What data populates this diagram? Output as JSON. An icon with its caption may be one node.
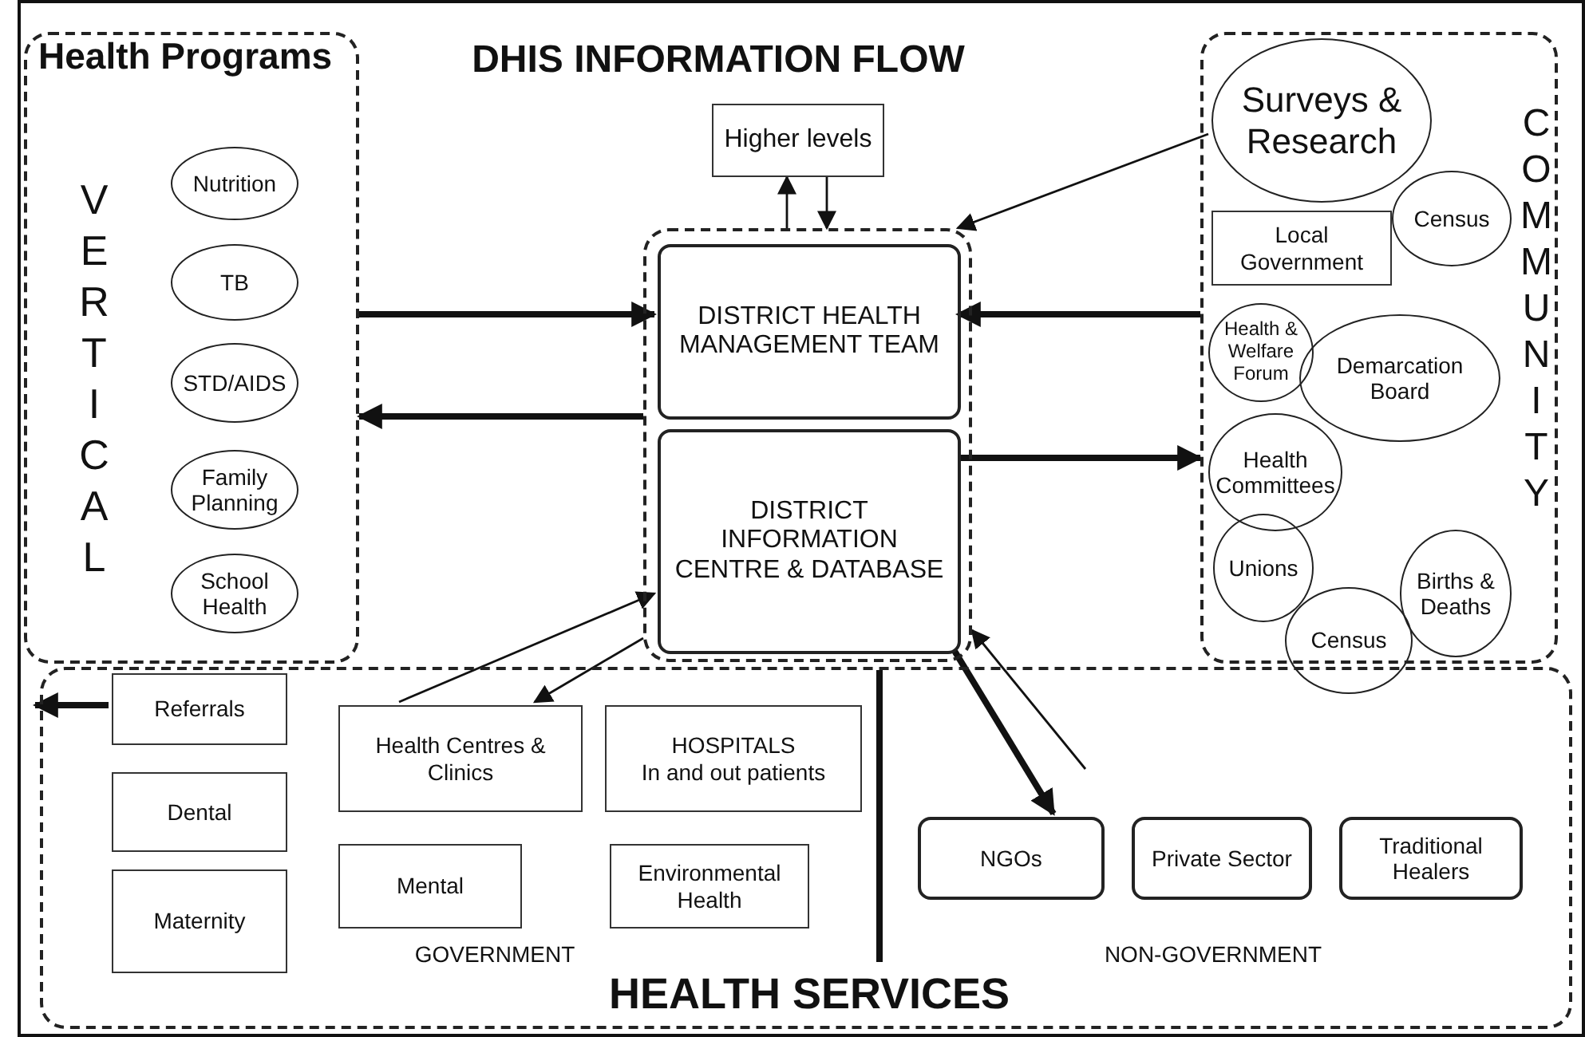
{
  "diagram": {
    "title": "DHIS INFORMATION FLOW",
    "nodes": [
      {
        "text": [
          "Health Programs",
          "VERTICAL"
        ]
      },
      {
        "text": [
          "Nutrition"
        ],
        "in": 0
      },
      {
        "text": [
          "TB"
        ],
        "in": 0
      },
      {
        "text": [
          "STD/AIDS"
        ],
        "in": 0
      },
      {
        "text": [
          "Family Planning"
        ],
        "in": 0
      },
      {
        "text": [
          "School Health"
        ],
        "in": 0
      },
      {
        "text": [
          "Higher levels"
        ]
      },
      {
        "text": [],
        "shape": "box"
      },
      {
        "text": [
          "DISTRICT HEALTH MANAGEMENT TEAM"
        ],
        "in": 7
      },
      {
        "text": [
          "DISTRICT INFORMATION CENTRE & DATABASE"
        ],
        "in": 7
      },
      {
        "text": [
          "COMMUNITY"
        ]
      },
      {
        "text": [
          "Surveys & Research"
        ],
        "in": 10
      },
      {
        "text": [
          "Local Government"
        ],
        "in": 10
      },
      {
        "text": [
          "Census"
        ],
        "in": 10
      },
      {
        "text": [
          "Health & Welfare Forum"
        ],
        "in": 10
      },
      {
        "text": [
          "Demarcation Board"
        ],
        "in": 10
      },
      {
        "text": [
          "Health Committees"
        ],
        "in": 10
      },
      {
        "text": [
          "Unions"
        ],
        "in": 10
      },
      {
        "text": [
          "Births & Deaths"
        ],
        "in": 10
      },
      {
        "text": [
          "Census"
        ]
      },
      {
        "text": [
          "HEALTH SERVICES"
        ]
      },
      {
        "text": [
          "Referrals"
        ],
        "in": 20
      },
      {
        "text": [
          "Dental"
        ],
        "in": 20
      },
      {
        "text": [
          "Maternity"
        ],
        "in": 20
      },
      {
        "text": [
          "Health Centres & Clinics"
        ],
        "in": 20
      },
      {
        "text": [
          "HOSPITALS",
          "In and out patients"
        ],
        "in": 20
      },
      {
        "text": [
          "Mental"
        ],
        "in": 20
      },
      {
        "text": [
          "Environmental Health"
        ],
        "in": 20
      },
      {
        "text": [
          "NGOs"
        ],
        "in": 20
      },
      {
        "text": [
          "Private Sector"
        ],
        "in": 20
      },
      {
        "text": [
          "Traditional Healers"
        ],
        "in": 20
      }
    ],
    "edges": [
      {
        "from": 7,
        "to": 6,
        "arrow": "to"
      },
      {
        "from": 6,
        "to": 7,
        "arrow": "to"
      },
      {
        "from": 11,
        "to": 7,
        "arrow": "to"
      },
      {
        "from": 0,
        "to": 8,
        "arrow": "to",
        "style": "thick"
      },
      {
        "from": 10,
        "to": 8,
        "arrow": "to",
        "style": "thick"
      },
      {
        "from": 7,
        "to": 0,
        "arrow": "to",
        "style": "thick"
      },
      {
        "from": 9,
        "to": 10,
        "arrow": "to",
        "style": "thick"
      },
      {
        "from": 24,
        "to": 9,
        "arrow": "to"
      },
      {
        "from": 7,
        "to": 24,
        "arrow": "to"
      },
      {
        "from": 9,
        "to": 28,
        "arrow": "to",
        "style": "thick"
      },
      {
        "from": null,
        "to": 7,
        "arrow": "to"
      },
      {
        "from": 21,
        "to": null,
        "arrow": "to",
        "style": "thick"
      }
    ],
    "labels": [
      "GOVERNMENT",
      "NON-GOVERNMENT"
    ]
  }
}
